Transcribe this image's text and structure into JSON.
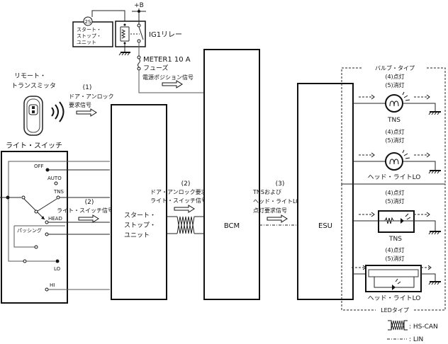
{
  "power": {
    "plus_b": "+B",
    "relay_label": "IG1リレー",
    "fuse_line1": "METER1 10 A",
    "fuse_line2": "フューズ",
    "connector": "2S",
    "ssu_small": [
      "スタート・",
      "ストップ・",
      "ユニット"
    ],
    "power_position_signal": "電源ポジション信号"
  },
  "remote": {
    "title_line1": "リモート・",
    "title_line2": "トランスミッタ",
    "signal_num": "(1)",
    "signal_line1": "ドア・アンロック",
    "signal_line2": "要求信号"
  },
  "light_switch": {
    "title": "ライト・スイッチ",
    "positions": [
      "OFF",
      "AUTO",
      "TNS",
      "HEAD",
      "パッシング",
      "LO",
      "HI"
    ],
    "signal_num": "(2)",
    "signal_label": "ライト・スイッチ信号"
  },
  "ssu": {
    "label": [
      "スタート・",
      "ストップ・",
      "ユニット"
    ],
    "signal_num": "(2)",
    "signal_line1": "ドア・アンロック要求信号",
    "signal_line2": "ライト・スイッチ信号"
  },
  "bcm": {
    "label": "BCM",
    "signal_num": "(3)",
    "signal_line1": "TNSおよび",
    "signal_line2": "ヘッド・ライトLO",
    "signal_line3": "点灯要求信号"
  },
  "esu": {
    "label": "ESU"
  },
  "bulb_type": {
    "title": "バルブ・タイプ",
    "lamps": [
      {
        "on": "(4)点灯",
        "off": "(5)消灯",
        "name": "TNS"
      },
      {
        "on": "(4)点灯",
        "off": "(5)消灯",
        "name": "ヘッド・ライトLO"
      }
    ]
  },
  "led_type": {
    "title": "LEDタイプ",
    "lamps": [
      {
        "on": "(4)点灯",
        "off": "(5)消灯",
        "name": "TNS"
      },
      {
        "on": "(4)点灯",
        "off": "(5)消灯",
        "name": "ヘッド・ライトLO"
      }
    ]
  },
  "legend": {
    "hs_can": ": HS-CAN",
    "lin": ": LIN"
  }
}
